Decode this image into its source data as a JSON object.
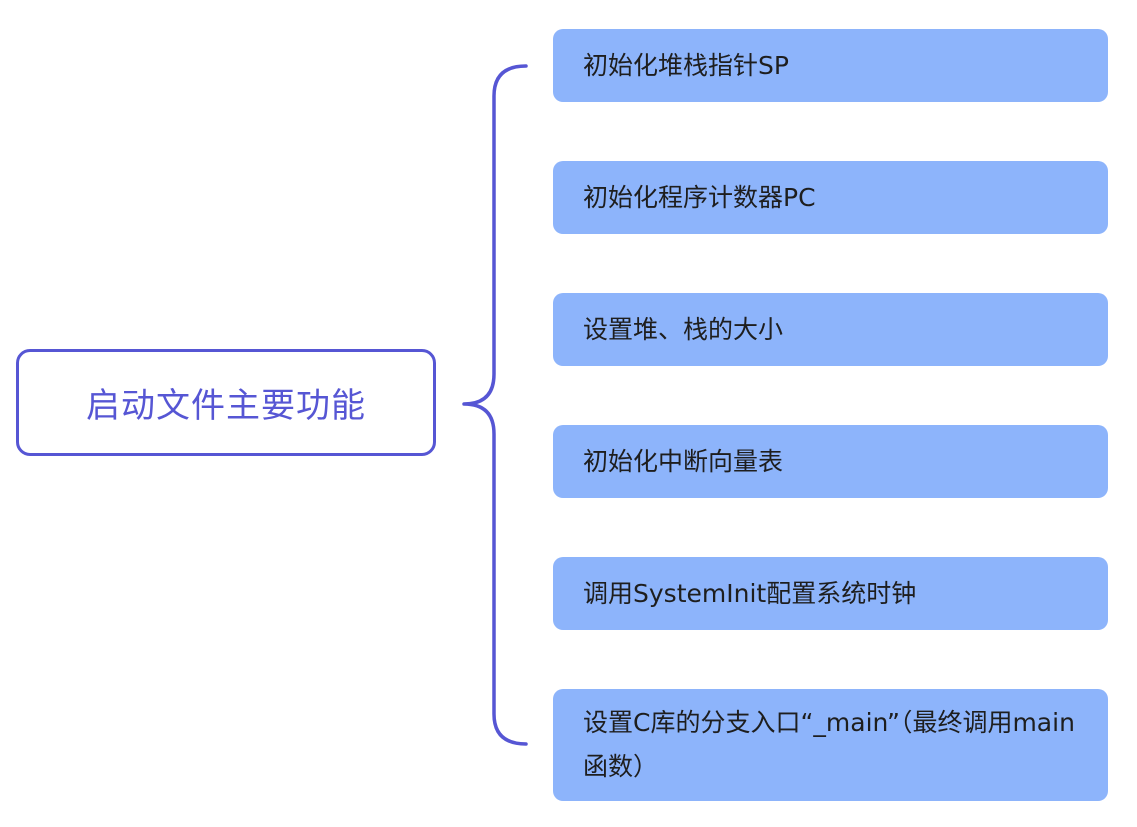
{
  "root": {
    "label": "启动文件主要功能"
  },
  "branches": [
    {
      "label": "初始化堆栈指针SP"
    },
    {
      "label": "初始化程序计数器PC"
    },
    {
      "label": "设置堆、栈的大小"
    },
    {
      "label": "初始化中断向量表"
    },
    {
      "label": "调用SystemInit配置系统时钟"
    },
    {
      "label": "设置C库的分支入口“_main”（最终调用main函数）"
    }
  ],
  "colors": {
    "root_border": "#5656d4",
    "root_text": "#5656d4",
    "connector": "#5656d4",
    "branch_fill": "#8db4fb",
    "branch_text": "#1e1e1e"
  }
}
